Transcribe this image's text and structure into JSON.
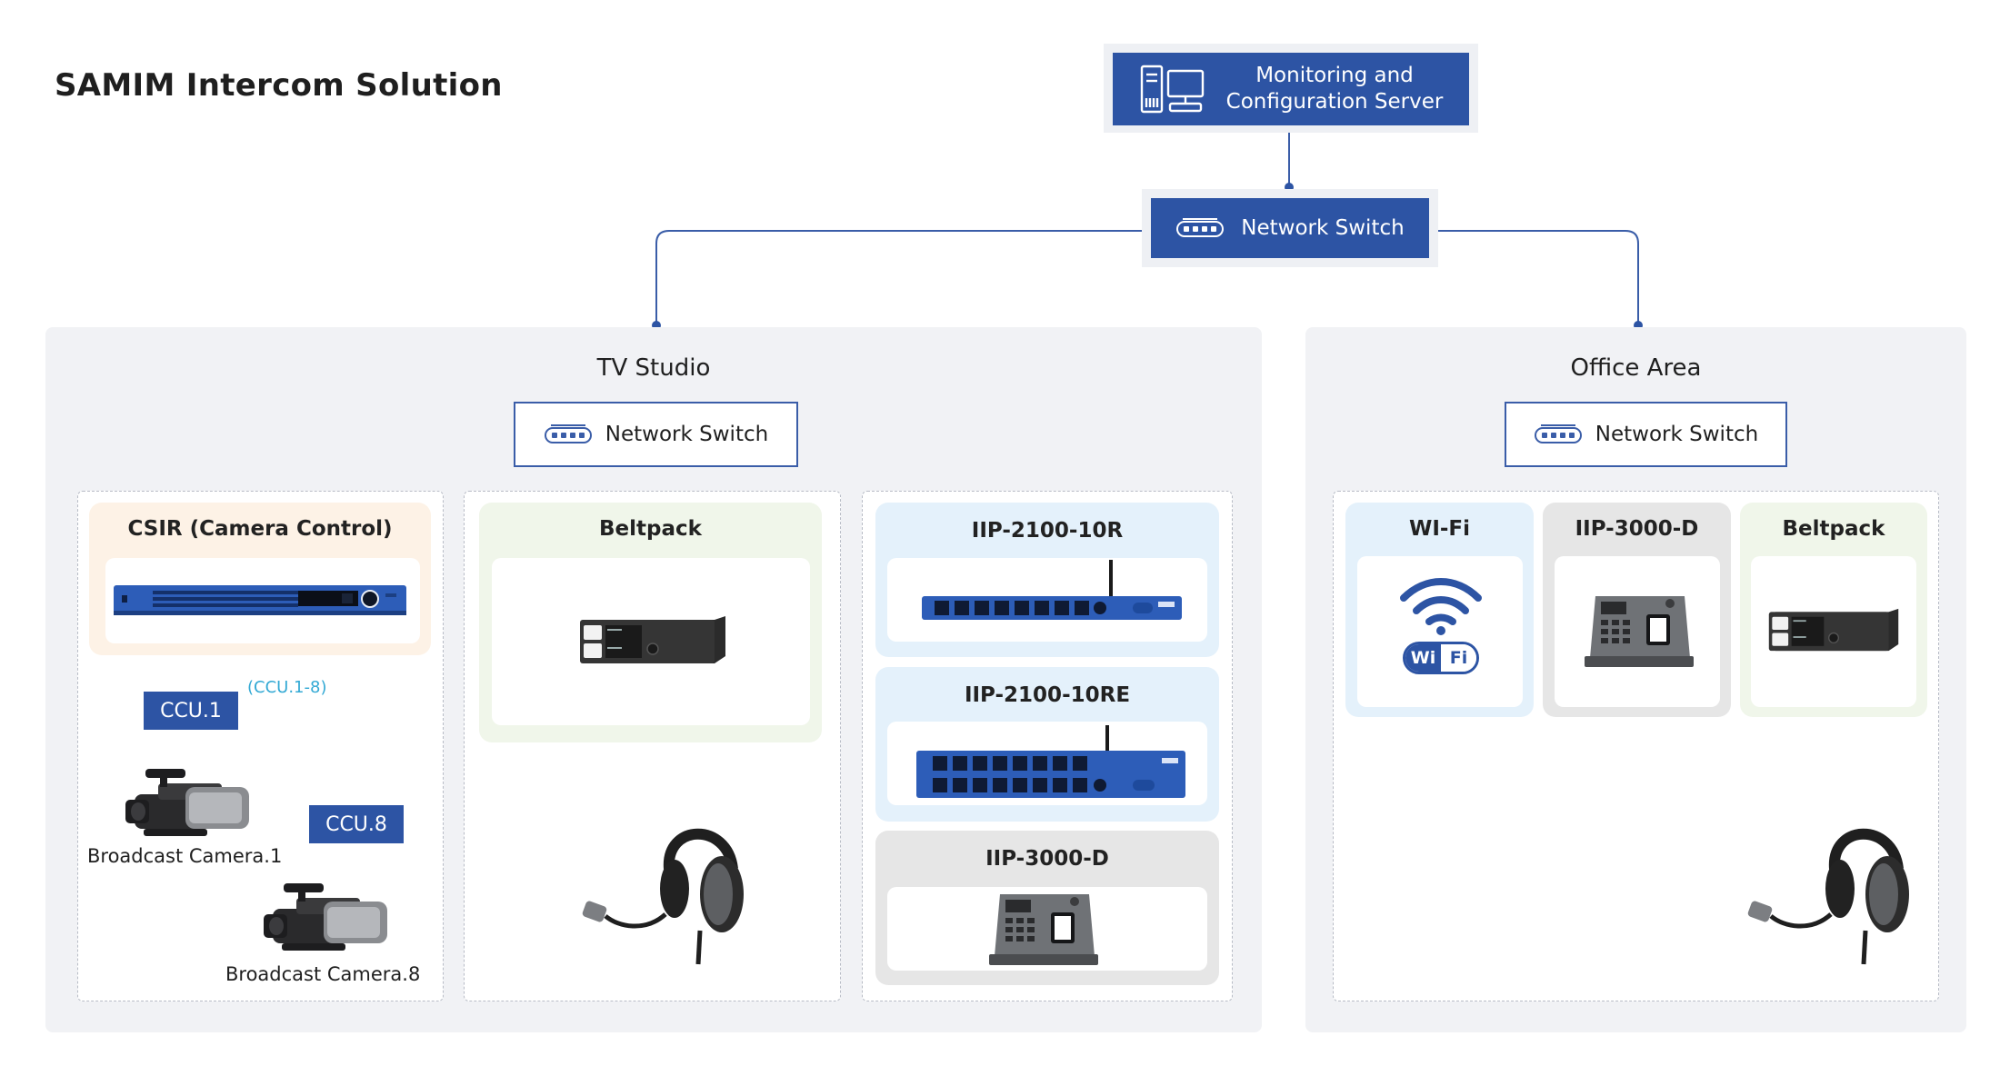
{
  "title": "SAMIM Intercom Solution",
  "server": {
    "line1": "Monitoring and",
    "line2": "Configuration Server"
  },
  "core_switch": {
    "label": "Network Switch"
  },
  "tv_studio": {
    "title": "TV Studio",
    "switch_label": "Network Switch",
    "csir": {
      "title": "CSIR (Camera Control)"
    },
    "ccu_range": "(CCU.1-8)",
    "ccu1": "CCU.1",
    "ccu8": "CCU.8",
    "camera1": "Broadcast Camera.1",
    "camera8": "Broadcast Camera.8",
    "beltpack": {
      "title": "Beltpack"
    },
    "panel_10r": {
      "title": "IIP-2100-10R"
    },
    "panel_10re": {
      "title": "IIP-2100-10RE"
    },
    "panel_3000d": {
      "title": "IIP-3000-D"
    }
  },
  "office_area": {
    "title": "Office Area",
    "switch_label": "Network Switch",
    "wifi": {
      "title": "WI-Fi",
      "badge_left": "Wi",
      "badge_right": "Fi"
    },
    "panel_3000d": {
      "title": "IIP-3000-D"
    },
    "beltpack": {
      "title": "Beltpack"
    }
  },
  "colors": {
    "primary_blue": "#2d54a4",
    "line_blue": "#3a5da8",
    "ccu_dash": "#33a9d4",
    "csir_card": "#fdf2e6",
    "beltpack_card": "#f0f6ea",
    "panel_card": "#e4f1fb",
    "gray_card": "#e6e6e6"
  }
}
